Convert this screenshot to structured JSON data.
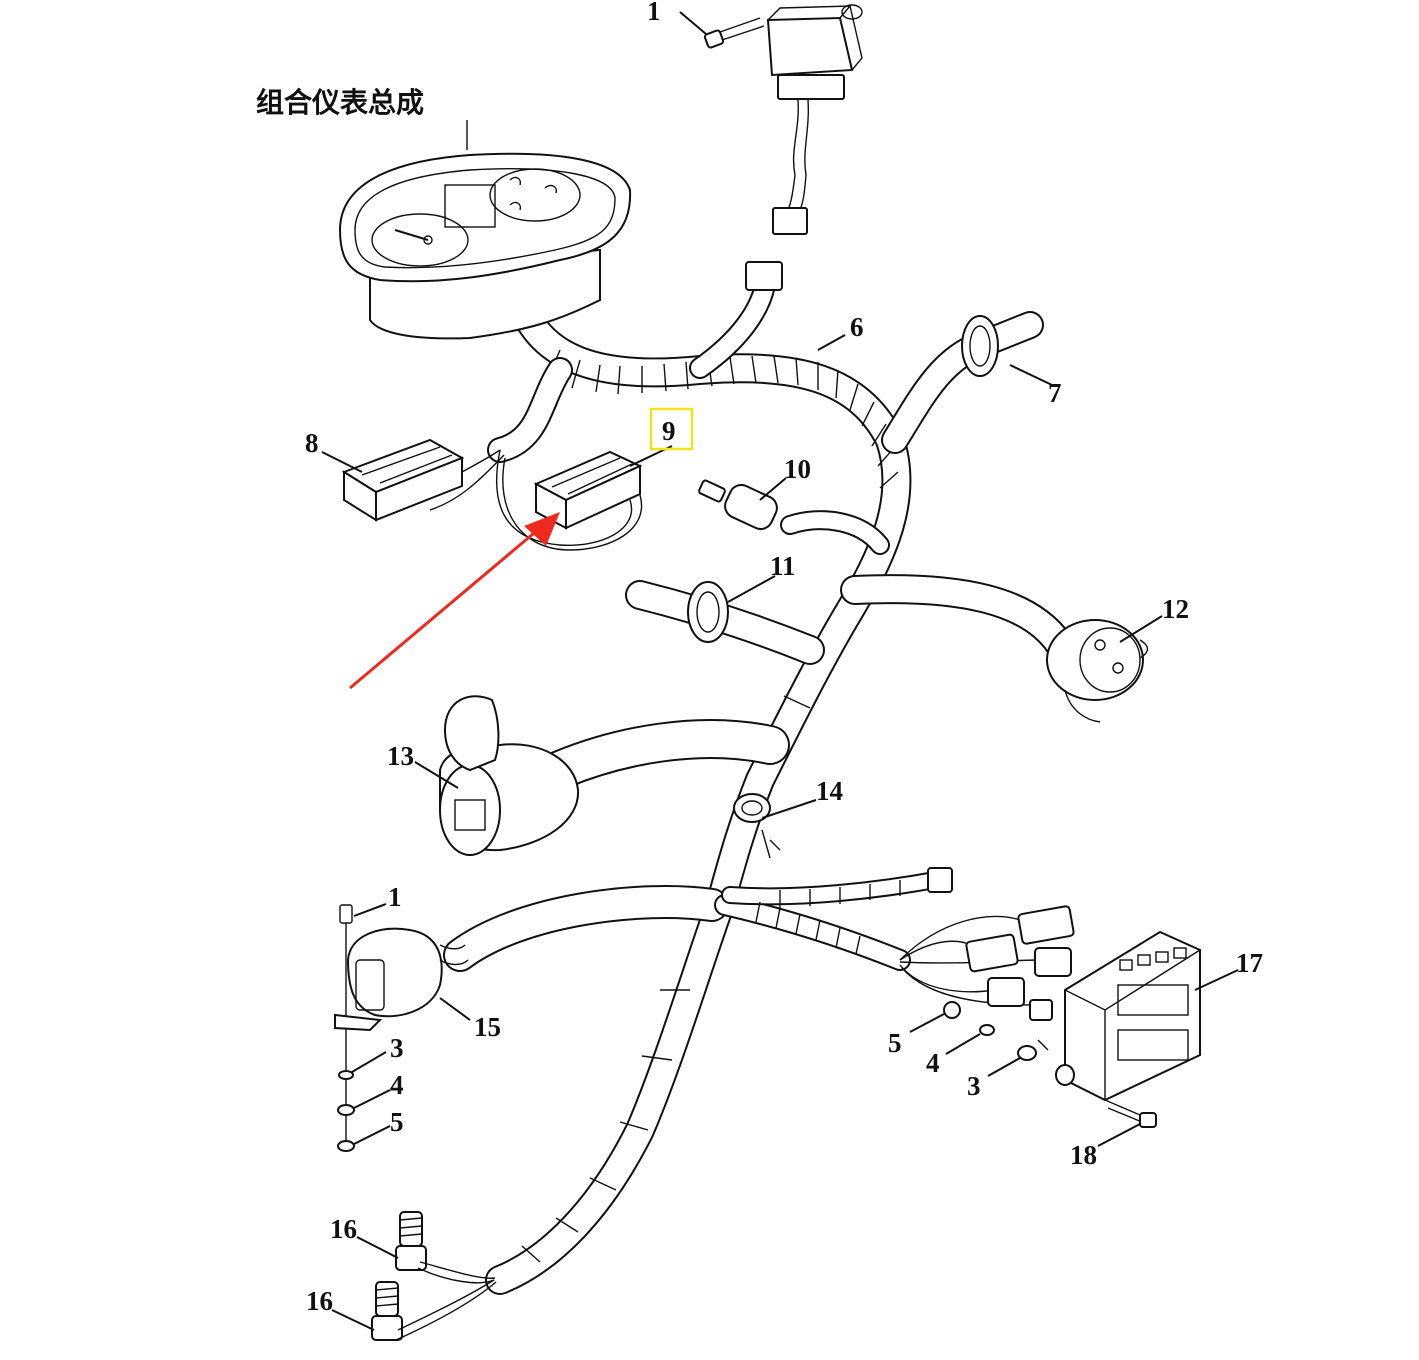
{
  "title": "组合仪表总成",
  "highlight_color": "#f2e21a",
  "arrow_color": "#ee2a1f",
  "labels": [
    {
      "id": "1-top",
      "text": "1"
    },
    {
      "id": "6",
      "text": "6"
    },
    {
      "id": "7",
      "text": "7"
    },
    {
      "id": "8",
      "text": "8"
    },
    {
      "id": "9",
      "text": "9"
    },
    {
      "id": "10",
      "text": "10"
    },
    {
      "id": "11",
      "text": "11"
    },
    {
      "id": "12",
      "text": "12"
    },
    {
      "id": "13",
      "text": "13"
    },
    {
      "id": "14",
      "text": "14"
    },
    {
      "id": "1-left",
      "text": "1"
    },
    {
      "id": "15",
      "text": "15"
    },
    {
      "id": "3-left",
      "text": "3"
    },
    {
      "id": "4-left",
      "text": "4"
    },
    {
      "id": "5-left",
      "text": "5"
    },
    {
      "id": "17",
      "text": "17"
    },
    {
      "id": "5-right",
      "text": "5"
    },
    {
      "id": "4-right",
      "text": "4"
    },
    {
      "id": "3-right",
      "text": "3"
    },
    {
      "id": "18",
      "text": "18"
    },
    {
      "id": "16-upper",
      "text": "16"
    },
    {
      "id": "16-lower",
      "text": "16"
    }
  ]
}
